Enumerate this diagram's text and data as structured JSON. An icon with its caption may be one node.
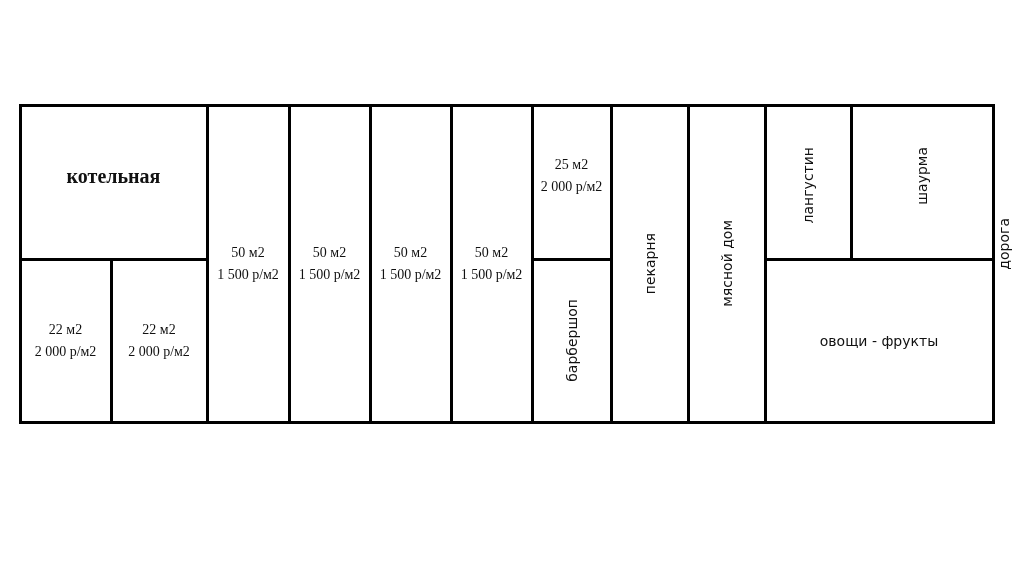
{
  "diagram": {
    "nodes": [
      {
        "text": [
          "котельная"
        ]
      },
      {
        "text": [
          "22 м2",
          "2 000 р/м2"
        ]
      },
      {
        "text": [
          "22 м2",
          "2 000 р/м2"
        ]
      },
      {
        "text": [
          "50 м2",
          "1 500 р/м2"
        ]
      },
      {
        "text": [
          "50 м2",
          "1 500 р/м2"
        ]
      },
      {
        "text": [
          "50 м2",
          "1 500 р/м2"
        ]
      },
      {
        "text": [
          "50 м2",
          "1 500 р/м2"
        ]
      },
      {
        "text": [
          "25 м2",
          "2 000 р/м2"
        ]
      },
      {
        "text": [
          "барбершоп"
        ]
      },
      {
        "text": [
          "пекарня"
        ]
      },
      {
        "text": [
          "мясной дом"
        ]
      },
      {
        "text": [
          "лангустин"
        ]
      },
      {
        "text": [
          "шаурма"
        ]
      },
      {
        "text": [
          "овощи - фрукты"
        ]
      }
    ],
    "edges": [],
    "labels": [
      "дорога"
    ]
  }
}
